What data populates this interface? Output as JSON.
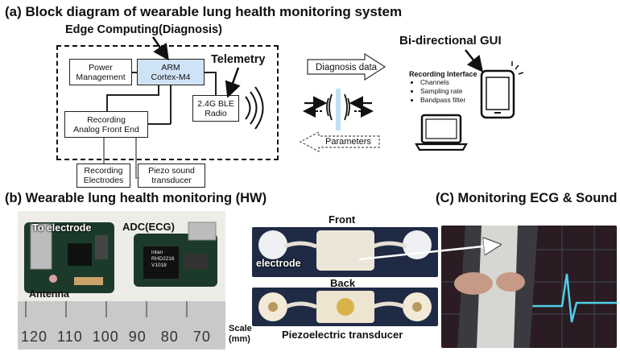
{
  "section_a": {
    "title": "(a) Block diagram of wearable lung health monitoring system",
    "edge_label": "Edge Computing(Diagnosis)",
    "telemetry_label": "Telemetry",
    "blocks": {
      "power": "Power\nManagement",
      "arm": "ARM\nCortex-M4",
      "radio": "2.4G BLE\nRadio",
      "afe": "Recording\nAnalog Front End",
      "electrodes": "Recording\nElectrodes",
      "piezo": "Piezo sound\ntransducer"
    },
    "arrow_diagnosis": "Diagnosis data",
    "arrow_parameters": "Parameters",
    "gui_label": "Bi-directional GUI",
    "recording_interface": {
      "title": "Recording Interface",
      "items": [
        "Channels",
        "Sampling rate",
        "Bandpass filter"
      ]
    }
  },
  "section_b": {
    "title": "(b) Wearable lung health monitoring (HW)",
    "to_electrode": "To electrode",
    "adc": "ADC(ECG)",
    "antenna": "Antenna",
    "chip_text": "intan\nRHD2216\nV1018",
    "ruler_numbers": "120  110  100  90   80   70",
    "scale": "Scale\n(mm)",
    "front": "Front",
    "electrode": "electrode",
    "back": "Back",
    "piezo": "Piezoelectric transducer"
  },
  "section_c": {
    "title": "(C) Monitoring ECG & Sound"
  },
  "colors": {
    "arm_fill": "#cfe3f6",
    "pcb": "#1c3a2a",
    "ruler": "#c9c9c9",
    "monitor_bg": "#2a1c22",
    "ecg_line": "#4fd0e8"
  }
}
